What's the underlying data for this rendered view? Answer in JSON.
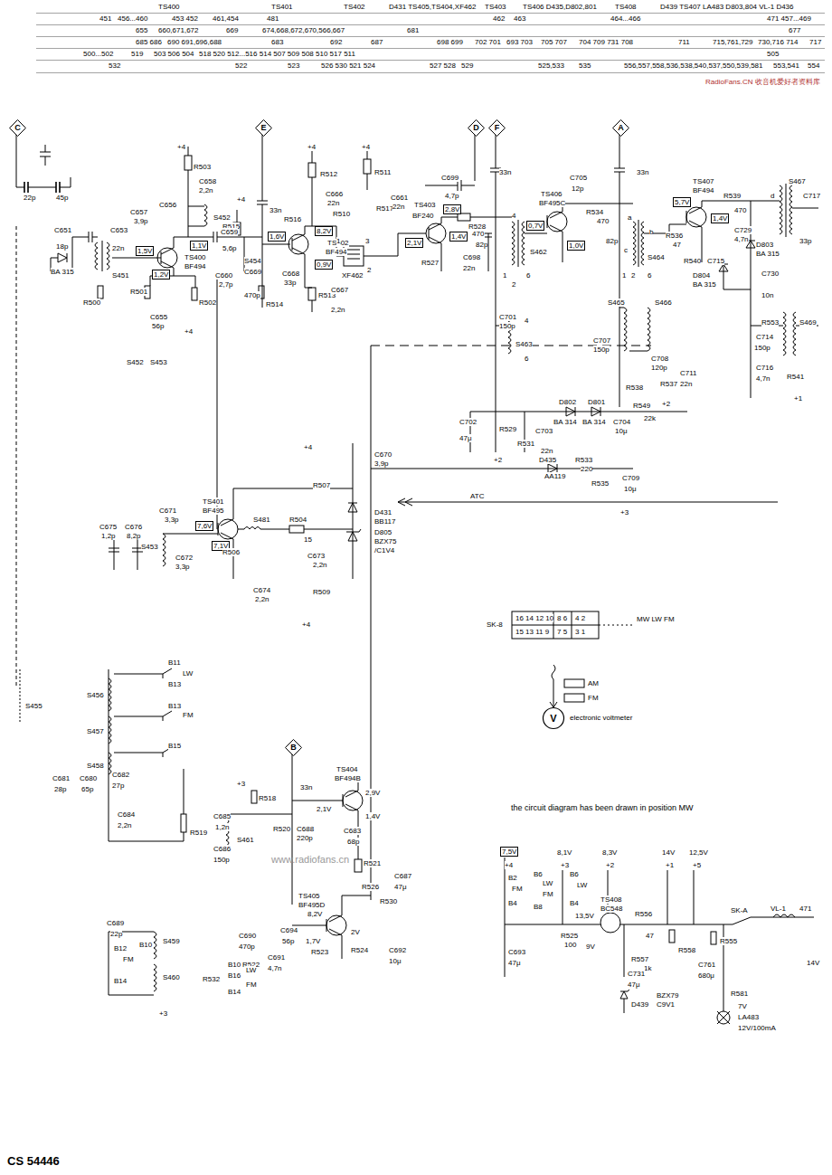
{
  "diagram": {
    "nodes": [
      {
        "text": [
          "C"
        ]
      },
      {
        "text": [
          "E"
        ]
      },
      {
        "text": [
          "D"
        ]
      },
      {
        "text": [
          "F"
        ]
      },
      {
        "text": [
          "A"
        ]
      },
      {
        "text": [
          "1,1V"
        ]
      },
      {
        "text": [
          "1,5V"
        ]
      },
      {
        "text": [
          "1,2V"
        ]
      },
      {
        "text": [
          "1,6V"
        ]
      },
      {
        "text": [
          "8,2V"
        ]
      },
      {
        "text": [
          "0,9V"
        ]
      },
      {
        "text": [
          "2,8V"
        ]
      },
      {
        "text": [
          "2,1V"
        ]
      },
      {
        "text": [
          "1,4V"
        ]
      },
      {
        "text": [
          "0,7V"
        ]
      },
      {
        "text": [
          "1,0V"
        ]
      },
      {
        "text": [
          "5,7V"
        ]
      },
      {
        "text": [
          "1,4V"
        ]
      },
      {
        "text": [
          "7,6V"
        ]
      },
      {
        "text": [
          "7,1V"
        ]
      },
      {
        "text": [
          "B"
        ]
      },
      {
        "text": [
          "V",
          "electronic voltmeter"
        ]
      },
      {
        "text": [
          "7,5V"
        ]
      }
    ],
    "labels": [
      "TS400",
      "TS401",
      "TS402",
      "D431 TS405,TS404,XF462",
      "TS403",
      "TS406 D435,D802,801",
      "TS408",
      "D439 TS407 LA483 D803,804 VL-1 D436",
      "451",
      "456...460",
      "453 452",
      "461,454",
      "481",
      "462",
      "463",
      "464...466",
      "471 457...469",
      "655",
      "660,671,672",
      "669",
      "674,668,672,670,566,667",
      "681",
      "677",
      "685 686",
      "690 691,696,688",
      "683",
      "692",
      "687",
      "698 699",
      "702 701",
      "693 703",
      "705 707",
      "704 709 731 708",
      "711",
      "715,761,729",
      "730,716 714",
      "717",
      "500...502",
      "519",
      "503 506 504",
      "518 520 512...516 514 507 509 508 510 517 511",
      "505",
      "532",
      "522",
      "523",
      "526 530 521 524",
      "527 528",
      "529",
      "525,533",
      "535",
      "556,557,558,536,538,540,537,550,539,581",
      "553,541",
      "554",
      "RadioFans.CN 收音机爱好者资料库",
      "22p",
      "45p",
      "+4",
      "R503",
      "C658",
      "2,2n",
      "C657",
      "3,9p",
      "C656",
      "S452",
      "C651",
      "18p",
      "C653",
      "22n",
      "BA 315",
      "S451",
      "TS400",
      "BF494",
      "R515",
      "+4",
      "C659",
      "5,6p",
      "S454",
      "C669",
      "470p",
      "C660",
      "2,7p",
      "R500",
      "R501",
      "R502",
      "C655",
      "56p",
      "R514",
      "+4",
      "33n",
      "+4",
      "R512",
      "+4",
      "R511",
      "R516",
      "C666",
      "22n",
      "R510",
      "R517",
      "C661",
      "22n",
      "TS402",
      "BF494",
      "C668",
      "33p",
      "R513",
      "C667",
      "2,2n",
      "XF462",
      "1",
      "3",
      "2",
      "33n",
      "C699",
      "4,7p",
      "TS403",
      "BF240",
      "R528",
      "470",
      "R527",
      "C698",
      "22n",
      "82p",
      "S462",
      "4",
      "6",
      "1",
      "2",
      "33n",
      "TS406",
      "BF495C",
      "C705",
      "12p",
      "R534",
      "470",
      "82p",
      "S464",
      "a",
      "b",
      "c",
      "1",
      "2",
      "6",
      "TS407",
      "BF494",
      "R539",
      "470",
      "R536",
      "47",
      "R540",
      "C715",
      "C729",
      "4,7n",
      "S467",
      "C717",
      "33p",
      "d",
      "D803",
      "BA 315",
      "D804",
      "BA 315",
      "C730",
      "10n",
      "R553",
      "C714",
      "150p",
      "S469",
      "C716",
      "4,7n",
      "R541",
      "+1",
      "C701",
      "150p",
      "S463",
      "4",
      "6",
      "C707",
      "150p",
      "S465",
      "S466",
      "C708",
      "120p",
      "R538",
      "R537",
      "C711",
      "22n",
      "+2",
      "D802",
      "D801",
      "BA 314",
      "BA 314",
      "C704",
      "10μ",
      "R549",
      "22k",
      "C702",
      "47μ",
      "R529",
      "R531",
      "C703",
      "22n",
      "+2",
      "D435",
      "AA119",
      "R533",
      "220",
      "R535",
      "C709",
      "10μ",
      "+3",
      "ATC",
      "C670",
      "3,9p",
      "+4",
      "R507",
      "D431",
      "BB117",
      "D805",
      "BZX75",
      "/C1V4",
      "R504",
      "15",
      "S481",
      "TS401",
      "BF495",
      "C671",
      "3,3p",
      "C672",
      "3,3p",
      "S453",
      "C675",
      "1,2p",
      "C676",
      "8,2p",
      "R506",
      "C673",
      "2,2n",
      "C674",
      "2,2n",
      "R509",
      "+4",
      "S452",
      "S453",
      "S455",
      "S456",
      "B11",
      "LW",
      "B13",
      "S457",
      "B13",
      "FM",
      "B15",
      "S458",
      "C681",
      "28p",
      "C680",
      "65p",
      "C682",
      "27p",
      "C684",
      "2,2n",
      "R519",
      "+3",
      "R518",
      "C685",
      "1,2n",
      "S461",
      "C686",
      "150p",
      "R520",
      "C688",
      "220p",
      "33n",
      "TS404",
      "BF494B",
      "2,9V",
      "2,1V",
      "1,4V",
      "C683",
      "68p",
      "R521",
      "C687",
      "47μ",
      "R526",
      "R530",
      "TS405",
      "BF495D",
      "8,2V",
      "2V",
      "1,7V",
      "R523",
      "R524",
      "C692",
      "10μ",
      "C694",
      "56p",
      "C690",
      "470p",
      "C691",
      "4,7n",
      "R522",
      "C689",
      "22p",
      "S459",
      "B12",
      "FM",
      "B10",
      "B14",
      "S460",
      "R532",
      "B10",
      "B16",
      "LW",
      "FM",
      "B14",
      "+3",
      "SK-8",
      "16 14 12 10",
      "8 6",
      "4 2",
      "15 13 11 9",
      "7 5",
      "3 1",
      "MW LW FM",
      "AM",
      "FM",
      "the circuit diagram has been drawn in position MW",
      "+4",
      "8,1V",
      "+3",
      "8,3V",
      "+2",
      "14V",
      "+1",
      "12,5V",
      "+5",
      "B2",
      "FM",
      "B4",
      "B6",
      "LW",
      "FM",
      "B8",
      "B6",
      "LW",
      "B4",
      "TS408",
      "BC548",
      "13,5V",
      "R525",
      "100",
      "R556",
      "47",
      "R555",
      "R558",
      "9V",
      "R557",
      "1k",
      "C693",
      "47μ",
      "C731",
      "47μ",
      "D439",
      "BZX79",
      "C9V1",
      "C761",
      "680μ",
      "SK-A",
      "VL-1",
      "471",
      "14V",
      "R581",
      "7V",
      "LA483",
      "12V/100mA",
      "www.radiofans.cn",
      "CS 54446"
    ]
  }
}
